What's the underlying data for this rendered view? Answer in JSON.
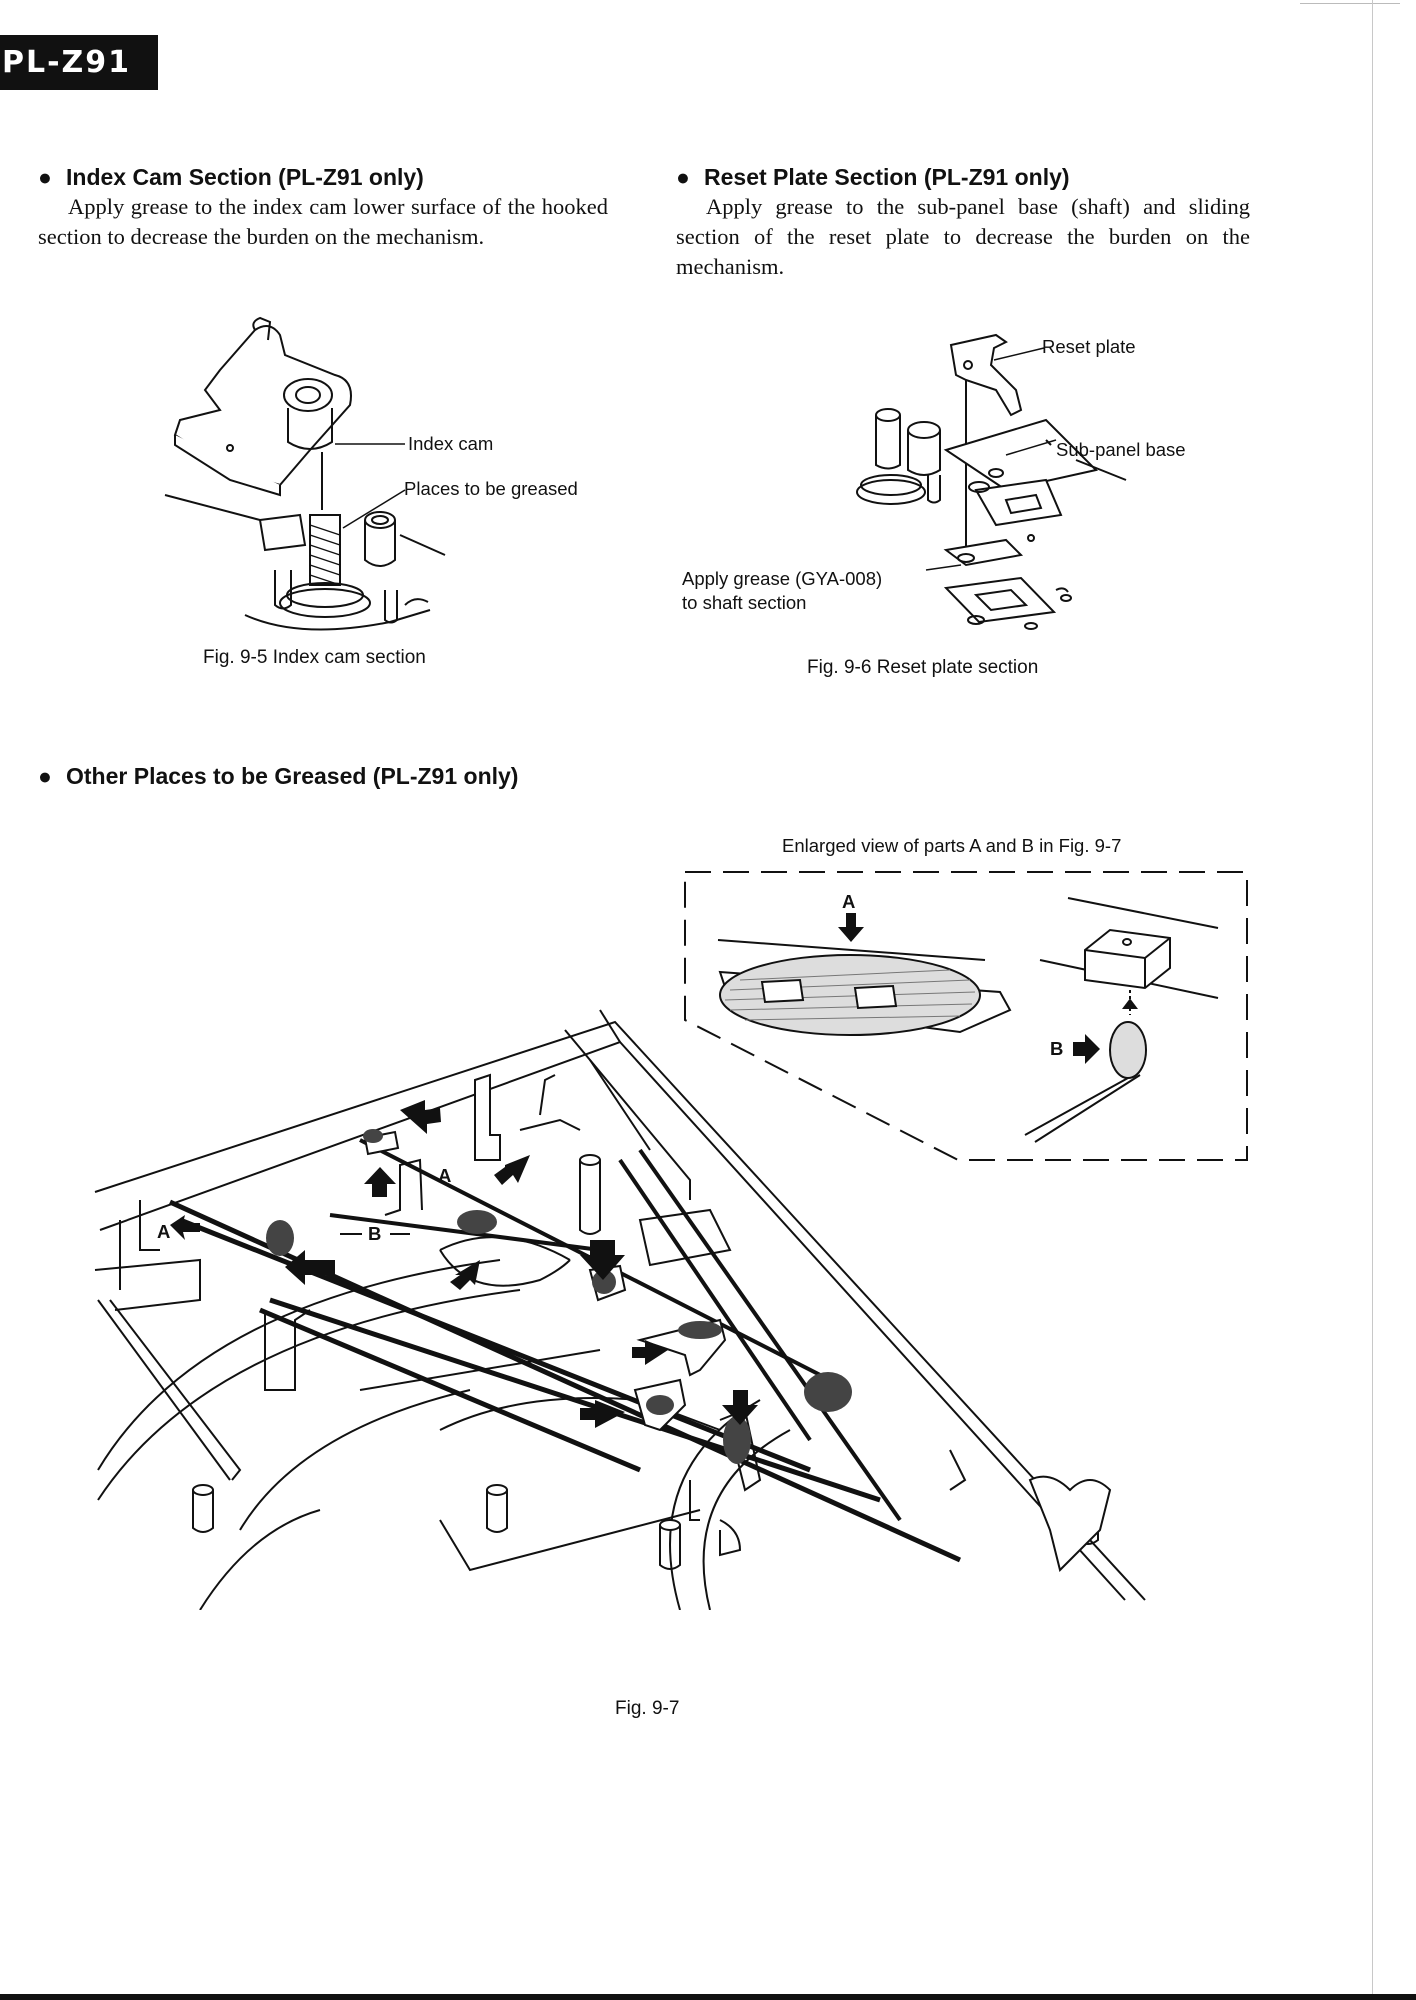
{
  "header": {
    "model": "PL-Z91"
  },
  "sections": {
    "index_cam": {
      "title": "Index Cam Section (PL-Z91 only)",
      "body": "Apply grease to the index cam lower surface of the hooked section to decrease the burden on the mechanism."
    },
    "reset_plate": {
      "title": "Reset Plate Section (PL-Z91 only)",
      "body": "Apply grease to the sub-panel base (shaft) and sliding section of the reset plate to decrease the burden on the mechanism."
    },
    "other": {
      "title": "Other Places to be Greased (PL-Z91 only)"
    }
  },
  "figures": {
    "fig95": {
      "caption": "Fig. 9-5  Index cam section",
      "labels": {
        "index_cam": "Index cam",
        "places": "Places to be greased"
      }
    },
    "fig96": {
      "caption": "Fig. 9-6  Reset plate section",
      "labels": {
        "reset_plate": "Reset plate",
        "sub_panel_base": "Sub-panel base",
        "grease_line1": "Apply grease (GYA-008)",
        "grease_line2": "to shaft section"
      }
    },
    "fig97": {
      "caption": "Fig. 9-7",
      "inset_title": "Enlarged view of parts A and B in Fig. 9-7",
      "labels": {
        "a": "A",
        "b": "B"
      }
    }
  }
}
